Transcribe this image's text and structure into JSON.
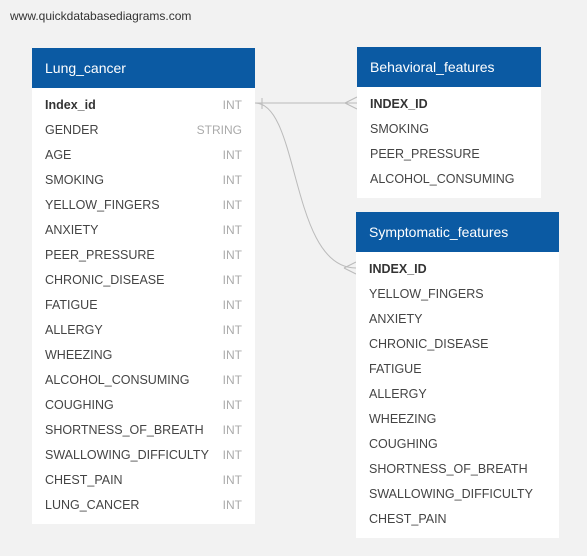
{
  "watermark": "www.quickdatabasediagrams.com",
  "colors": {
    "background": "#f2f2f2",
    "header": "#0b5aa3",
    "connector": "#bbbbbb"
  },
  "tables": [
    {
      "name": "Lung_cancer",
      "fields": [
        {
          "name": "Index_id",
          "type": "INT",
          "pk": true
        },
        {
          "name": "GENDER",
          "type": "STRING",
          "pk": false
        },
        {
          "name": "AGE",
          "type": "INT",
          "pk": false
        },
        {
          "name": "SMOKING",
          "type": "INT",
          "pk": false
        },
        {
          "name": "YELLOW_FINGERS",
          "type": "INT",
          "pk": false
        },
        {
          "name": "ANXIETY",
          "type": "INT",
          "pk": false
        },
        {
          "name": "PEER_PRESSURE",
          "type": "INT",
          "pk": false
        },
        {
          "name": "CHRONIC_DISEASE",
          "type": "INT",
          "pk": false
        },
        {
          "name": "FATIGUE",
          "type": "INT",
          "pk": false
        },
        {
          "name": "ALLERGY",
          "type": "INT",
          "pk": false
        },
        {
          "name": "WHEEZING",
          "type": "INT",
          "pk": false
        },
        {
          "name": "ALCOHOL_CONSUMING",
          "type": "INT",
          "pk": false
        },
        {
          "name": "COUGHING",
          "type": "INT",
          "pk": false
        },
        {
          "name": "SHORTNESS_OF_BREATH",
          "type": "INT",
          "pk": false
        },
        {
          "name": "SWALLOWING_DIFFICULTY",
          "type": "INT",
          "pk": false
        },
        {
          "name": "CHEST_PAIN",
          "type": "INT",
          "pk": false
        },
        {
          "name": "LUNG_CANCER",
          "type": "INT",
          "pk": false
        }
      ]
    },
    {
      "name": "Behavioral_features",
      "fields": [
        {
          "name": "INDEX_ID",
          "type": "",
          "pk": true
        },
        {
          "name": "SMOKING",
          "type": "",
          "pk": false
        },
        {
          "name": "PEER_PRESSURE",
          "type": "",
          "pk": false
        },
        {
          "name": "ALCOHOL_CONSUMING",
          "type": "",
          "pk": false
        }
      ]
    },
    {
      "name": "Symptomatic_features",
      "fields": [
        {
          "name": "INDEX_ID",
          "type": "",
          "pk": true
        },
        {
          "name": "YELLOW_FINGERS",
          "type": "",
          "pk": false
        },
        {
          "name": "ANXIETY",
          "type": "",
          "pk": false
        },
        {
          "name": "CHRONIC_DISEASE",
          "type": "",
          "pk": false
        },
        {
          "name": "FATIGUE",
          "type": "",
          "pk": false
        },
        {
          "name": "ALLERGY",
          "type": "",
          "pk": false
        },
        {
          "name": "WHEEZING",
          "type": "",
          "pk": false
        },
        {
          "name": "COUGHING",
          "type": "",
          "pk": false
        },
        {
          "name": "SHORTNESS_OF_BREATH",
          "type": "",
          "pk": false
        },
        {
          "name": "SWALLOWING_DIFFICULTY",
          "type": "",
          "pk": false
        },
        {
          "name": "CHEST_PAIN",
          "type": "",
          "pk": false
        }
      ]
    }
  ]
}
